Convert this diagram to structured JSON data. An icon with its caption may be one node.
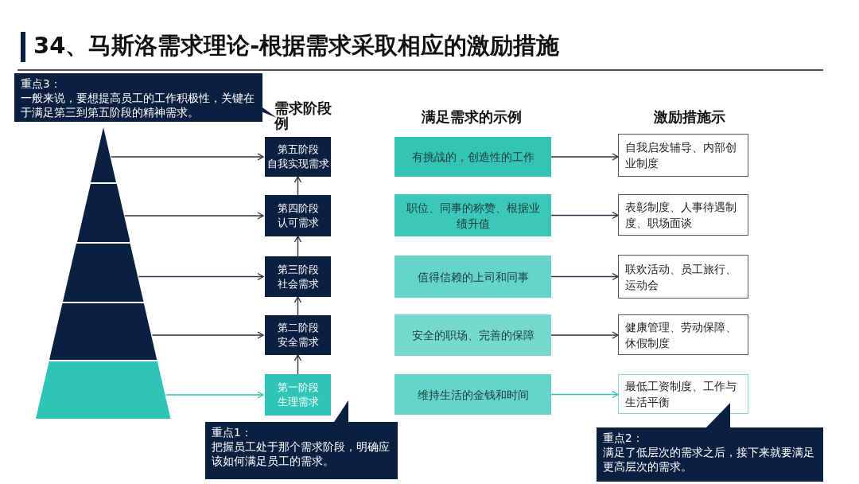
{
  "diagram": {
    "title": "34、马斯洛需求理论-根据需求采取相应的激励措施",
    "nodes": [
      {
        "text": [
          "第五阶段",
          "自我实现需求"
        ]
      },
      {
        "text": [
          "第四阶段",
          "认可需求"
        ]
      },
      {
        "text": [
          "第三阶段",
          "社会需求"
        ]
      },
      {
        "text": [
          "第二阶段",
          "安全需求"
        ]
      },
      {
        "text": [
          "第一阶段",
          "生理需求"
        ]
      },
      {
        "text": [
          "有挑战的，创造性的工作"
        ]
      },
      {
        "text": [
          "职位、同事的称赞、根据业绩升值"
        ]
      },
      {
        "text": [
          "值得信赖的上司和同事"
        ]
      },
      {
        "text": [
          "安全的职场、完善的保障"
        ]
      },
      {
        "text": [
          "维持生活的金钱和时间"
        ]
      },
      {
        "text": [
          "自我启发辅导、内部创业制度"
        ]
      },
      {
        "text": [
          "表彰制度、人事待遇制度、职场面谈"
        ]
      },
      {
        "text": [
          "联欢活动、员工旅行、运动会"
        ]
      },
      {
        "text": [
          "健康管理、劳动保障、休假制度"
        ]
      },
      {
        "text": [
          "最低工资制度、工作与生活平衡"
        ]
      },
      {
        "text": [
          "重点3：",
          "一般来说，要想提高员工的工作积极性，关键在于满足第三到第五阶段的精神需求。"
        ]
      },
      {
        "text": [
          "重点1：",
          "把握员工处于那个需求阶段，明确应该如何满足员工的需求。"
        ]
      },
      {
        "text": [
          "重点2：",
          "满足了低层次的需求之后，接下来就要满足更高层次的需求。"
        ]
      },
      {
        "text": [],
        "shape": "triangle"
      },
      {
        "text": [],
        "shape": "trapezoid"
      },
      {
        "text": [],
        "shape": "trapezoid"
      },
      {
        "text": [],
        "shape": "trapezoid"
      },
      {
        "text": [],
        "shape": "trapezoid"
      }
    ],
    "edges": [
      {
        "from": 18,
        "to": 0,
        "arrow": "to"
      },
      {
        "from": 19,
        "to": 1,
        "arrow": "to"
      },
      {
        "from": 20,
        "to": 2,
        "arrow": "to"
      },
      {
        "from": 21,
        "to": 3,
        "arrow": "to"
      },
      {
        "from": 22,
        "to": 4,
        "arrow": "to",
        "color": "#2ec4b6"
      },
      {
        "from": 4,
        "to": 3,
        "arrow": "to"
      },
      {
        "from": 3,
        "to": 2,
        "arrow": "to"
      },
      {
        "from": 2,
        "to": 1,
        "arrow": "to"
      },
      {
        "from": 1,
        "to": 0,
        "arrow": "to"
      },
      {
        "from": 5,
        "to": 10,
        "arrow": "to"
      },
      {
        "from": 6,
        "to": 11,
        "arrow": "to"
      },
      {
        "from": 7,
        "to": 12,
        "arrow": "to"
      },
      {
        "from": 8,
        "to": 13,
        "arrow": "to"
      },
      {
        "from": 9,
        "to": 14,
        "arrow": "to",
        "color": "#2ec4b6"
      }
    ],
    "labels": [
      "需求阶段例",
      "满足需求的示例",
      "激励措施示"
    ]
  }
}
